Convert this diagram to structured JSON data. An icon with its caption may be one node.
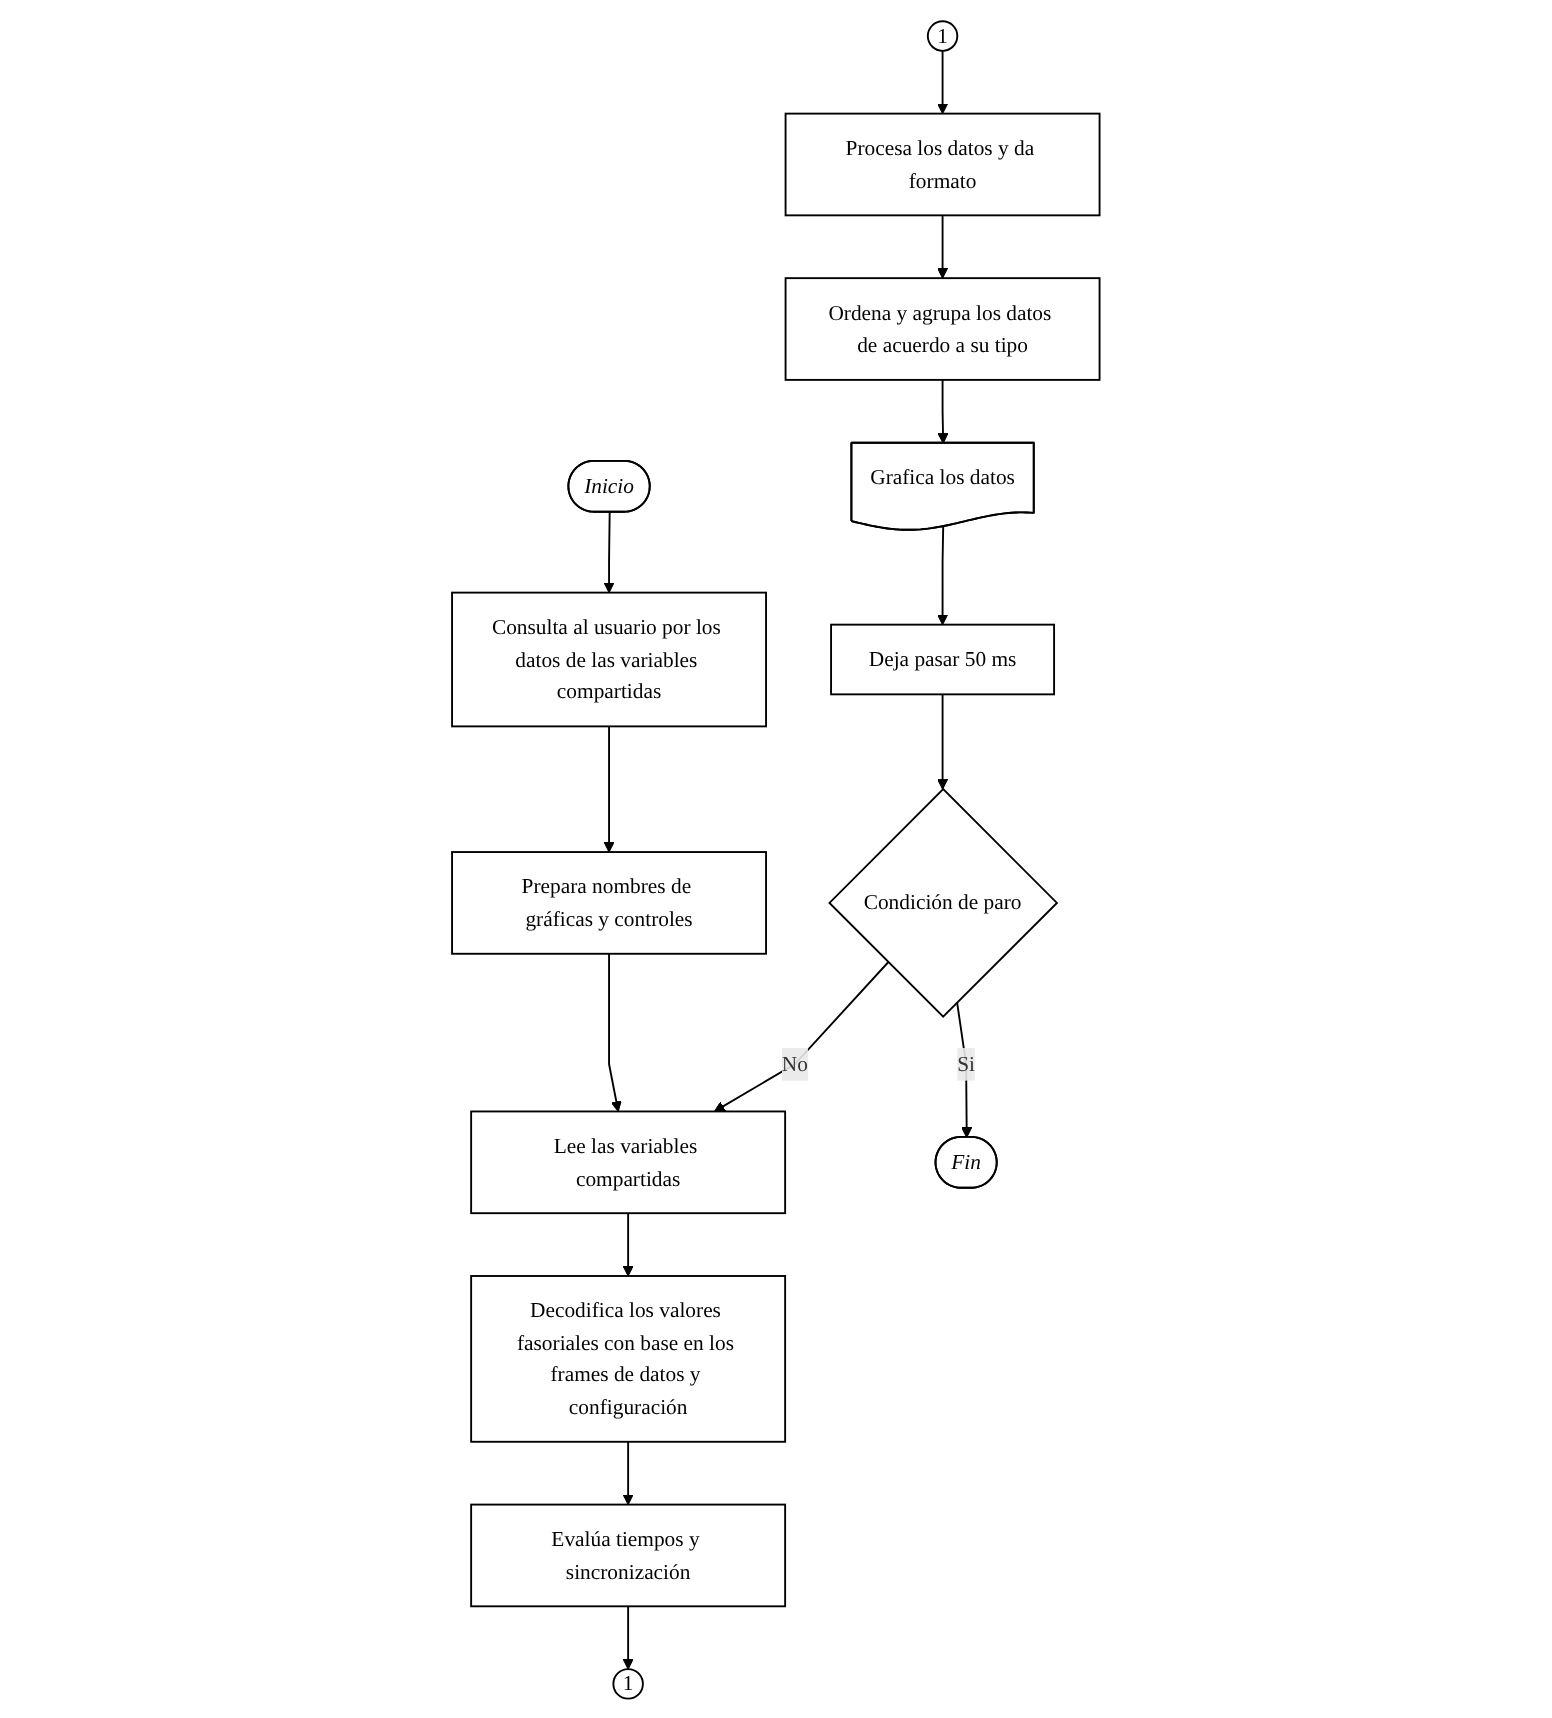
{
  "diagram": {
    "nodes": [
      {
        "text": [
          "Inicio"
        ]
      },
      {
        "text": [
          "Consulta al usuario por los datos de las variables compartidas"
        ]
      },
      {
        "text": [
          "Prepara nombres de gráficas y controles"
        ]
      },
      {
        "text": [
          "Lee las variables compartidas"
        ]
      },
      {
        "text": [
          "Decodifica los valores fasoriales con base en los frames de datos y configuración"
        ]
      },
      {
        "text": [
          "Evalúa tiempos y sincronización"
        ]
      },
      {
        "text": [
          "1"
        ]
      },
      {
        "text": [
          "1"
        ]
      },
      {
        "text": [
          "Procesa los datos y da formato"
        ]
      },
      {
        "text": [
          "Ordena y agrupa los datos de acuerdo a su tipo"
        ]
      },
      {
        "text": [
          "Grafica los datos"
        ]
      },
      {
        "text": [
          "Deja pasar 50 ms"
        ]
      },
      {
        "text": [
          "Condición de paro"
        ]
      },
      {
        "text": [
          "Fin"
        ]
      }
    ],
    "edges": [
      {
        "from": 0,
        "to": 1,
        "arrow": "to"
      },
      {
        "from": 1,
        "to": 2,
        "arrow": "to"
      },
      {
        "from": 2,
        "to": 3,
        "arrow": "to"
      },
      {
        "from": 3,
        "to": 4,
        "arrow": "to"
      },
      {
        "from": 4,
        "to": 5,
        "arrow": "to"
      },
      {
        "from": 5,
        "to": 6,
        "arrow": "to"
      },
      {
        "from": 7,
        "to": 8,
        "arrow": "to"
      },
      {
        "from": 8,
        "to": 9,
        "arrow": "to"
      },
      {
        "from": 9,
        "to": 10,
        "arrow": "to"
      },
      {
        "from": 10,
        "to": 11,
        "arrow": "to"
      },
      {
        "from": 11,
        "to": 12,
        "arrow": "to"
      },
      {
        "from": 12,
        "to": 13,
        "label": "Si",
        "arrow": "to"
      },
      {
        "from": 12,
        "to": 3,
        "label": "No",
        "arrow": "to"
      }
    ]
  }
}
